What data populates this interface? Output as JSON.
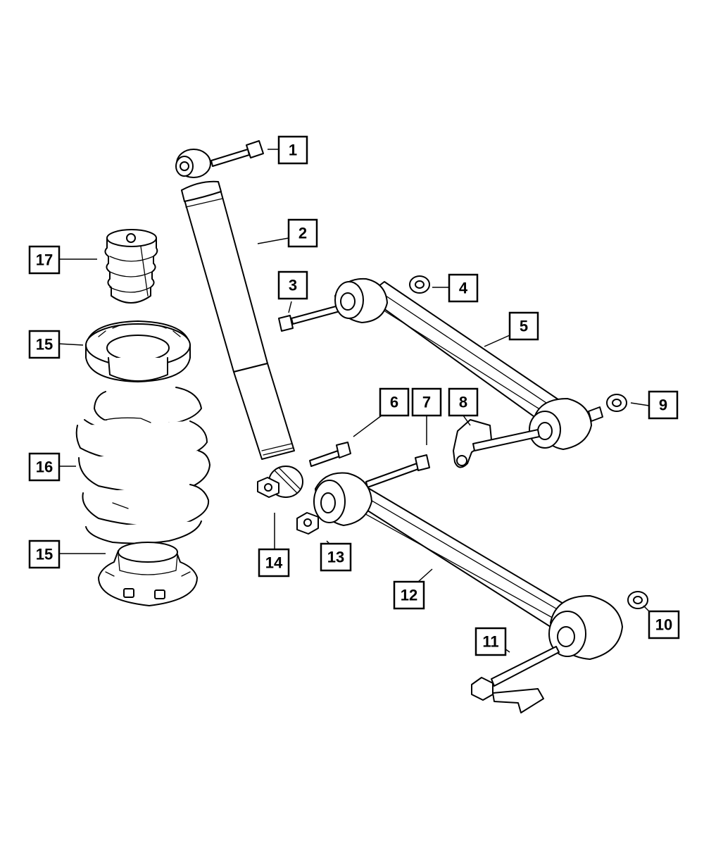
{
  "diagram": {
    "callouts": [
      {
        "id": "c1",
        "label": "1"
      },
      {
        "id": "c2",
        "label": "2"
      },
      {
        "id": "c3",
        "label": "3"
      },
      {
        "id": "c4",
        "label": "4"
      },
      {
        "id": "c5",
        "label": "5"
      },
      {
        "id": "c6",
        "label": "6"
      },
      {
        "id": "c7",
        "label": "7"
      },
      {
        "id": "c8",
        "label": "8"
      },
      {
        "id": "c9",
        "label": "9"
      },
      {
        "id": "c10",
        "label": "10"
      },
      {
        "id": "c11",
        "label": "11"
      },
      {
        "id": "c12",
        "label": "12"
      },
      {
        "id": "c13",
        "label": "13"
      },
      {
        "id": "c14",
        "label": "14"
      },
      {
        "id": "c15a",
        "label": "15"
      },
      {
        "id": "c15b",
        "label": "15"
      },
      {
        "id": "c16",
        "label": "16"
      },
      {
        "id": "c17",
        "label": "17"
      }
    ],
    "parts": [
      {
        "name": "upper-shock-bolt",
        "callout": "1"
      },
      {
        "name": "shock-absorber",
        "callout": "2"
      },
      {
        "name": "upper-arm-bolt",
        "callout": "3"
      },
      {
        "name": "upper-arm-nut-front",
        "callout": "4"
      },
      {
        "name": "upper-control-arm",
        "callout": "5"
      },
      {
        "name": "lower-shock-bolt",
        "callout": "6"
      },
      {
        "name": "lower-arm-bolt",
        "callout": "7"
      },
      {
        "name": "cam-bracket-upper",
        "callout": "8"
      },
      {
        "name": "upper-arm-nut-rear",
        "callout": "9"
      },
      {
        "name": "lower-arm-nut-rear",
        "callout": "10"
      },
      {
        "name": "cam-bolt-lower",
        "callout": "11"
      },
      {
        "name": "lower-control-arm",
        "callout": "12"
      },
      {
        "name": "lower-arm-nut-front",
        "callout": "13"
      },
      {
        "name": "lower-shock-nut",
        "callout": "14"
      },
      {
        "name": "spring-isolator",
        "callout": "15"
      },
      {
        "name": "coil-spring",
        "callout": "16"
      },
      {
        "name": "jounce-bumper",
        "callout": "17"
      }
    ]
  }
}
